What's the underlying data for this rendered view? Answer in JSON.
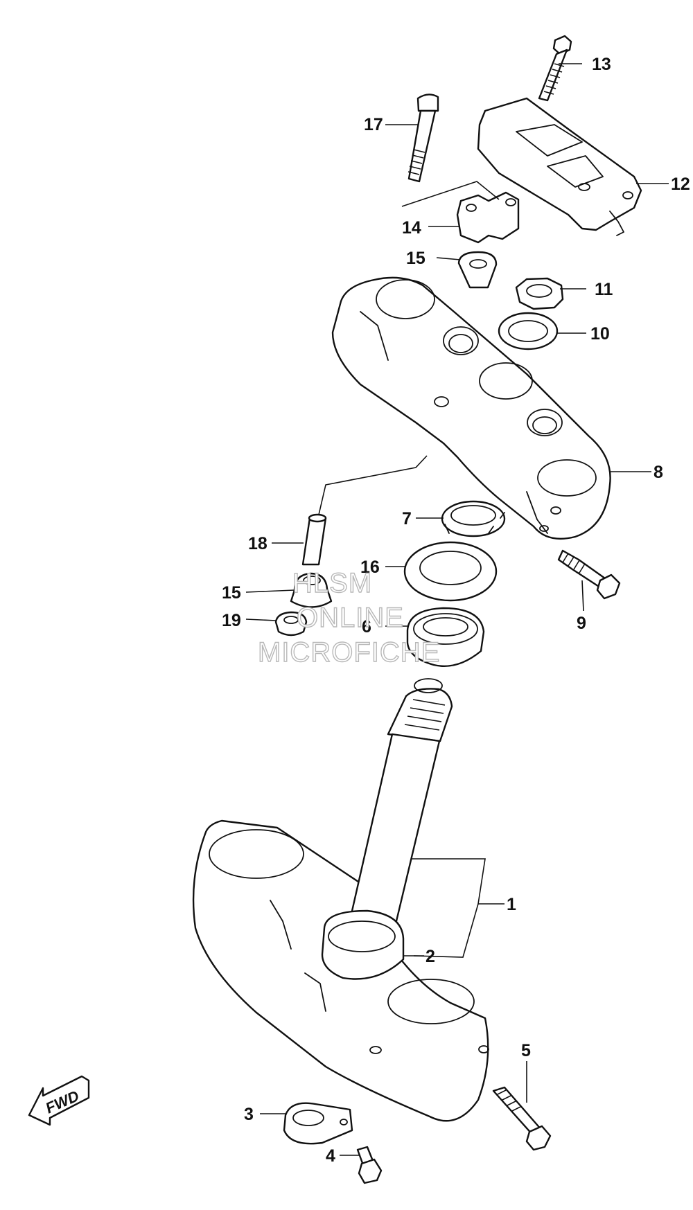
{
  "watermark": [
    "HLSM",
    "ONLINE",
    "MICROFICHE"
  ],
  "direction_marker": "FWD",
  "callouts": [
    {
      "id": "1",
      "label": "1"
    },
    {
      "id": "2",
      "label": "2"
    },
    {
      "id": "3",
      "label": "3"
    },
    {
      "id": "4",
      "label": "4"
    },
    {
      "id": "5",
      "label": "5"
    },
    {
      "id": "6",
      "label": "6"
    },
    {
      "id": "7",
      "label": "7"
    },
    {
      "id": "8",
      "label": "8"
    },
    {
      "id": "9",
      "label": "9"
    },
    {
      "id": "10",
      "label": "10"
    },
    {
      "id": "11",
      "label": "11"
    },
    {
      "id": "12",
      "label": "12"
    },
    {
      "id": "13",
      "label": "13"
    },
    {
      "id": "14",
      "label": "14"
    },
    {
      "id": "15a",
      "label": "15"
    },
    {
      "id": "15b",
      "label": "15"
    },
    {
      "id": "16",
      "label": "16"
    },
    {
      "id": "17",
      "label": "17"
    },
    {
      "id": "18",
      "label": "18"
    },
    {
      "id": "19",
      "label": "19"
    }
  ]
}
